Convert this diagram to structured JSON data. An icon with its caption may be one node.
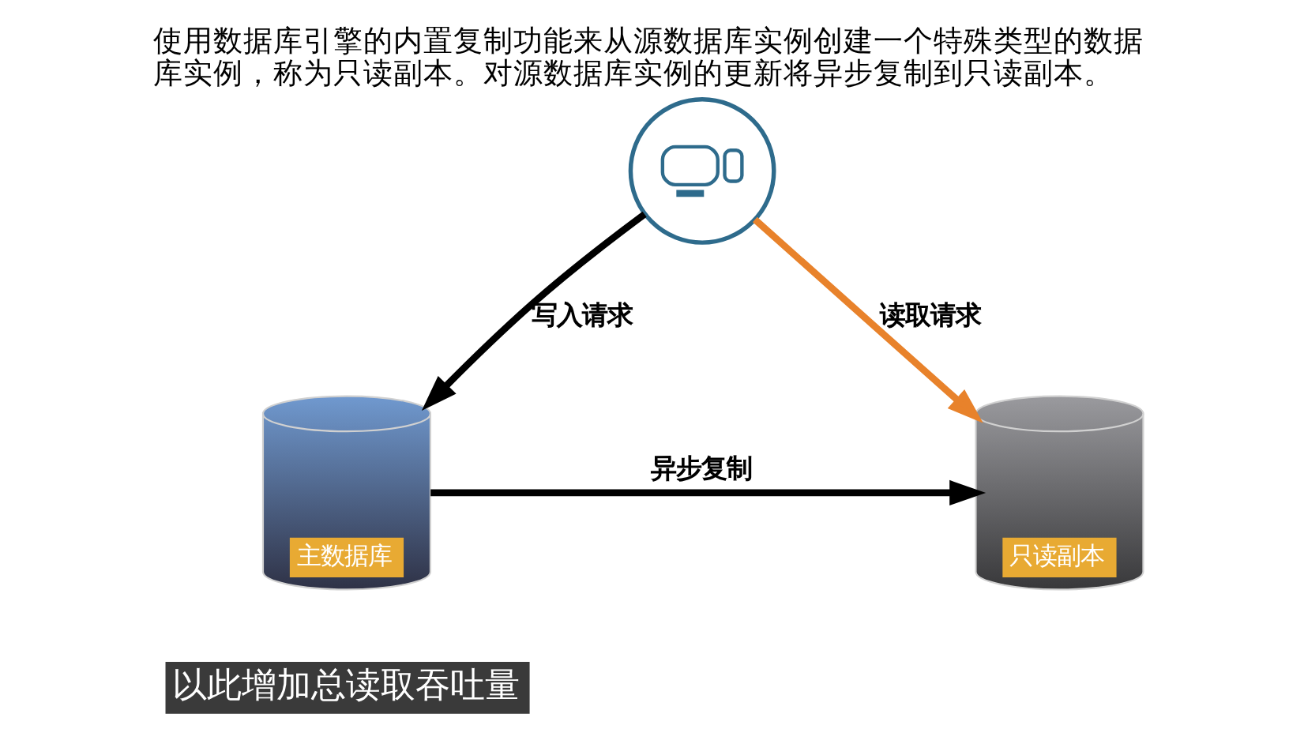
{
  "diagram": {
    "title": "使用数据库引擎的内置复制功能来从源数据库实例创建一个特殊类型的数据库实例，称为只读副本。对源数据库实例的更新将异步复制到只读副本。",
    "nodes": [
      {
        "text": [],
        "shape": "picture"
      },
      {
        "text": [
          "主数据库"
        ]
      },
      {
        "text": [
          "只读副本"
        ]
      }
    ],
    "edges": [
      {
        "from": 0,
        "to": 1,
        "arrow": "to",
        "label": "写入请求"
      },
      {
        "from": 0,
        "to": 2,
        "arrow": "to",
        "label": "读取请求",
        "color": "#e8822b"
      },
      {
        "from": 1,
        "to": 2,
        "arrow": "to",
        "label": "异步复制"
      }
    ],
    "labels": [
      "以此增加总读取吞吐量"
    ]
  }
}
